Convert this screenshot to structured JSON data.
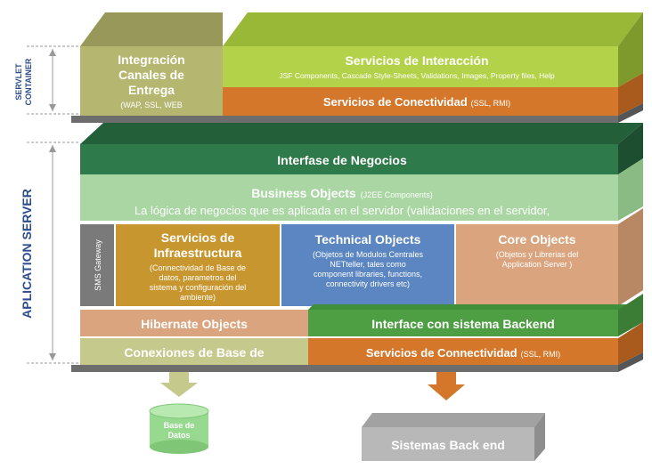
{
  "side": {
    "servlet_line1": "SERVLET",
    "servlet_line2": "CONTAINER",
    "app_server": "APLICATION SERVER",
    "sms_gateway": "SMS Gateway"
  },
  "top": {
    "integracion": {
      "l1": "Integración",
      "l2": "Canales de",
      "l3": "Entrega",
      "sub": "(WAP, SSL, WEB"
    },
    "interaccion": {
      "title": "Servicios de Interacción",
      "sub": "JSF Components, Cascade Style-Sheets, Validations, Images, Property files, Help"
    },
    "conectividad": {
      "title": "Servicios de Conectividad",
      "sub": "(SSL, RMI)"
    }
  },
  "negocios": {
    "title": "Interfase de Negocios"
  },
  "business": {
    "title": "Business Objects",
    "sub": "(J2EE Components)",
    "desc": "La lógica de negocios que es aplicada en el servidor (validaciones en el servidor,"
  },
  "infra": {
    "l1": "Servicios de",
    "l2": "Infraestructura",
    "d1": "(Connectividad de Base de",
    "d2": "datos, parametros del",
    "d3": "sistema y configuración del",
    "d4": "ambiente)"
  },
  "technical": {
    "title": "Technical Objects",
    "d1": "(Objetos de Modulos Centrales",
    "d2": "NETteller, tales como",
    "d3": "component libraries, functions,",
    "d4": "connectivity drivers etc)"
  },
  "core": {
    "title": "Core Objects",
    "d1": "(Objetos y Librerias del",
    "d2": "Application Server )"
  },
  "hibernate": {
    "title": "Hibernate Objects"
  },
  "backend_iface": {
    "title": "Interface con sistema Backend"
  },
  "conexiones": {
    "title": "Conexiones de Base de"
  },
  "conectividad2": {
    "title": "Servicios de Connectividad",
    "sub": "(SSL, RMI)"
  },
  "bottom": {
    "db_l1": "Base de",
    "db_l2": "Datos",
    "backend": "Sistemas Back end"
  },
  "colors": {
    "olive": "#b5b66f",
    "lime": "#b3d24a",
    "orange": "#d4772a",
    "dark_green": "#2f7a4a",
    "light_green": "#a9d6a2",
    "gold": "#c8962e",
    "blue": "#5b86c1",
    "tan": "#d9a47e",
    "slab": "#6d6d6d",
    "grey_box": "#b8b8b8"
  }
}
